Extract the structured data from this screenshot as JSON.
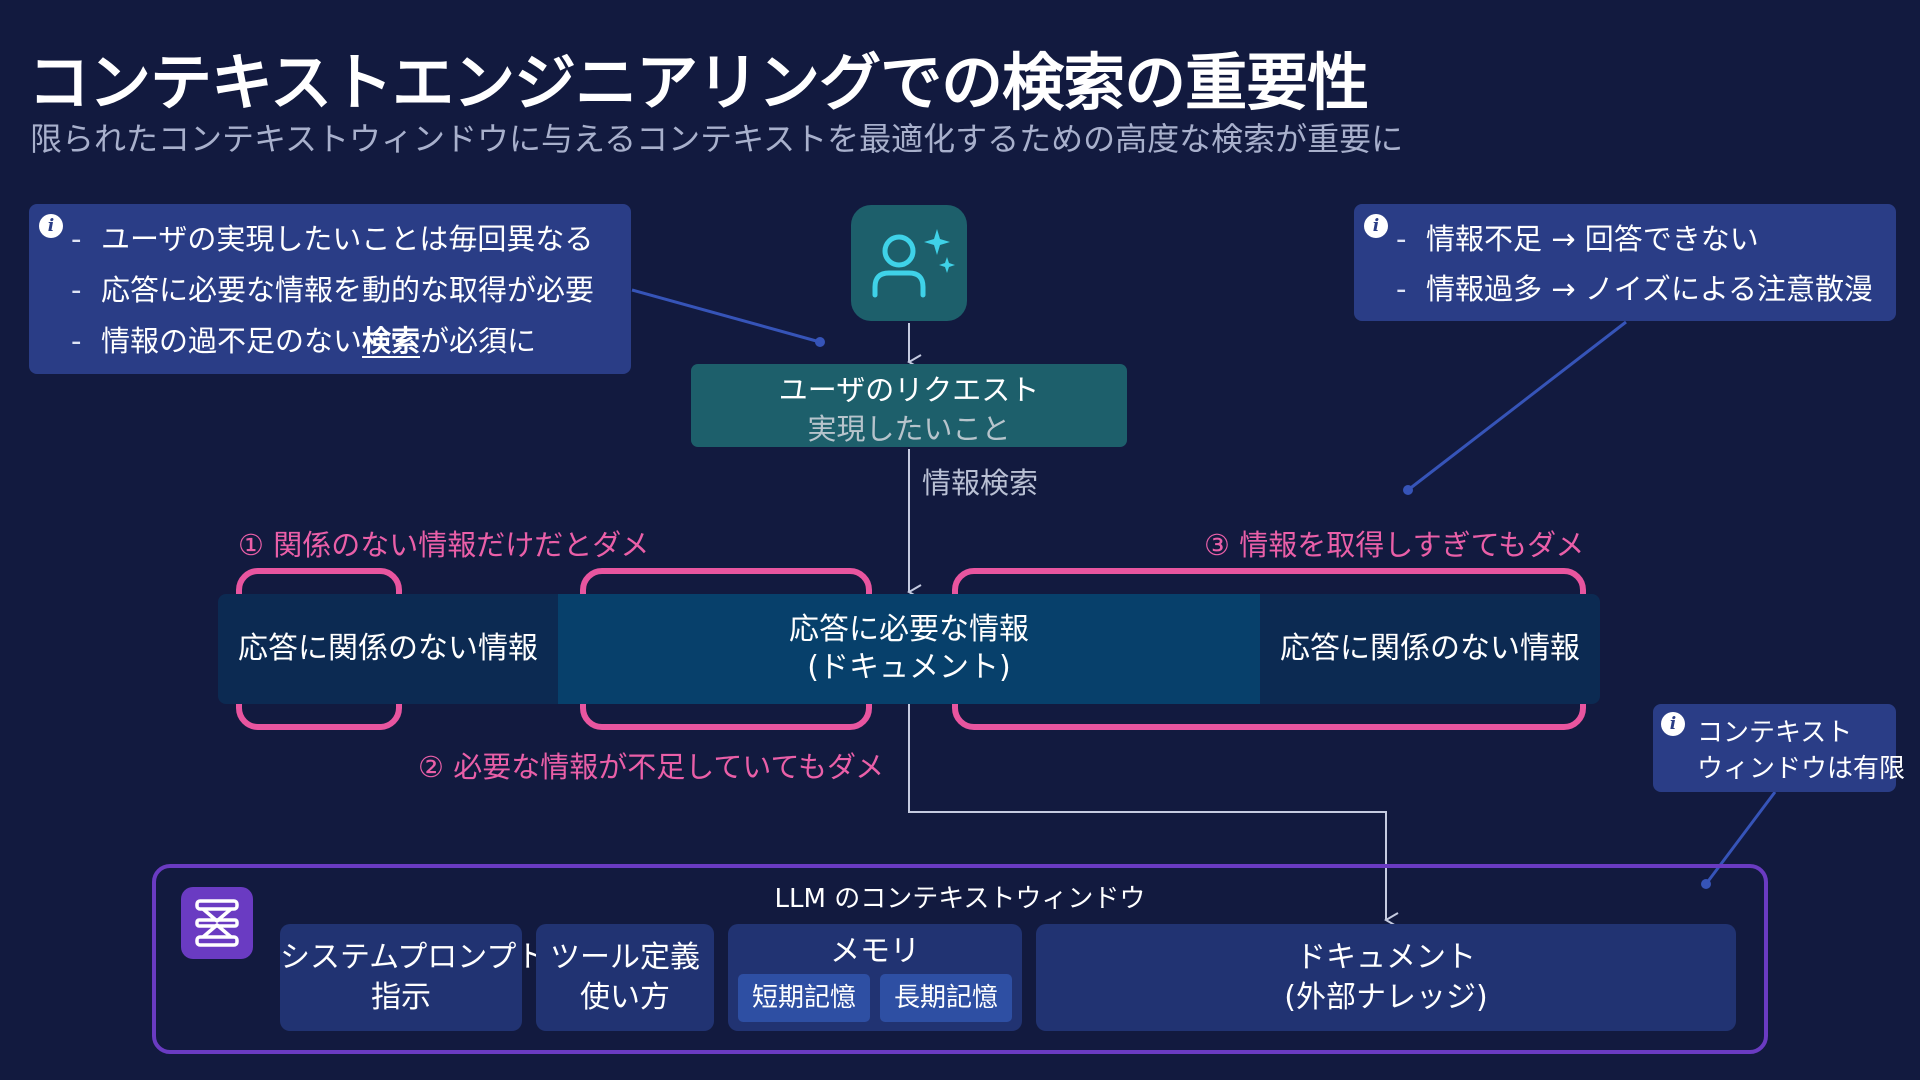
{
  "header": {
    "title": "コンテキストエンジニアリングでの検索の重要性",
    "subtitle": "限られたコンテキストウィンドウに与えるコンテキストを最適化するための高度な検索が重要に"
  },
  "left_note": {
    "items": [
      {
        "dash": "-",
        "text": "ユーザの実現したいことは毎回異なる"
      },
      {
        "dash": "-",
        "text": "応答に必要な情報を動的な取得が必要"
      },
      {
        "dash": "-",
        "pre": "情報の過不足のない",
        "highlight": "検索",
        "post": "が必須に"
      }
    ]
  },
  "right_note": {
    "items": [
      {
        "dash": "-",
        "text": "情報不足 → 回答できない"
      },
      {
        "dash": "-",
        "text": "情報過多 → ノイズによる注意散漫"
      }
    ]
  },
  "context_note": {
    "line1": "コンテキスト",
    "line2": "ウィンドウは有限"
  },
  "request": {
    "title": "ユーザのリクエスト",
    "subtitle": "実現したいこと",
    "arrow_label": "情報検索"
  },
  "warnings": {
    "w1": "① 関係のない情報だけだとダメ",
    "w2": "② 必要な情報が不足していてもダメ",
    "w3": "③ 情報を取得しすぎてもダメ"
  },
  "info_bar": {
    "left": "応答に関係のない情報",
    "middle_line1": "応答に必要な情報",
    "middle_line2": "(ドキュメント)",
    "right": "応答に関係のない情報"
  },
  "llm_window": {
    "label": "LLM のコンテキストウィンドウ",
    "system_prompt": {
      "line1": "システムプロンプト",
      "line2": "指示"
    },
    "tool_def": {
      "line1": "ツール定義",
      "line2": "使い方"
    },
    "memory": {
      "title": "メモリ",
      "short_term": "短期記憶",
      "long_term": "長期記憶"
    },
    "document": {
      "line1": "ドキュメント",
      "line2": "(外部ナレッジ)"
    }
  },
  "icons": {
    "info": "info-icon",
    "user": "user-sparkle-icon",
    "llm": "hourglass-icon"
  },
  "colors": {
    "background": "#121a3f",
    "note": "#2a3d86",
    "teal": "#1d5f6b",
    "warning_pink": "#e8559f",
    "llm_purple": "#6a3bc2"
  }
}
